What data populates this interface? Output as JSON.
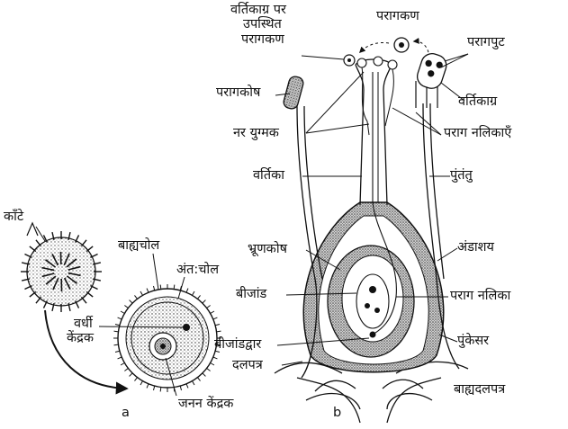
{
  "labels": {
    "stigma_pollen_line1": "वर्तिकाग्र पर",
    "stigma_pollen_line2": "उपस्थित",
    "stigma_pollen_line3": "परागकण",
    "pollen_grain": "परागकण",
    "pollen_sac": "परागपुट",
    "anther": "परागकोष",
    "stigma": "वर्तिकाग्र",
    "male_gametes": "नर युग्मक",
    "pollen_tubes": "पराग नलिकाएँ",
    "style": "वर्तिका",
    "filament": "पुंतंतु",
    "embryo_sac": "भ्रूणकोष",
    "ovary": "अंडाशय",
    "ovule": "बीजांड",
    "pollen_tube": "पराग नलिका",
    "micropyle": "बीजांडद्वार",
    "stamen": "पुंकेसर",
    "petal": "दलपत्र",
    "sepal": "बाह्यदलपत्र",
    "spines": "काँटे",
    "exine": "बाह्यचोल",
    "intine": "अंत:चोल",
    "vegetative_nucleus_line1": "वर्धी",
    "vegetative_nucleus_line2": "केंद्रक",
    "generative_nucleus": "जनन केंद्रक",
    "panel_a": "a",
    "panel_b": "b"
  }
}
